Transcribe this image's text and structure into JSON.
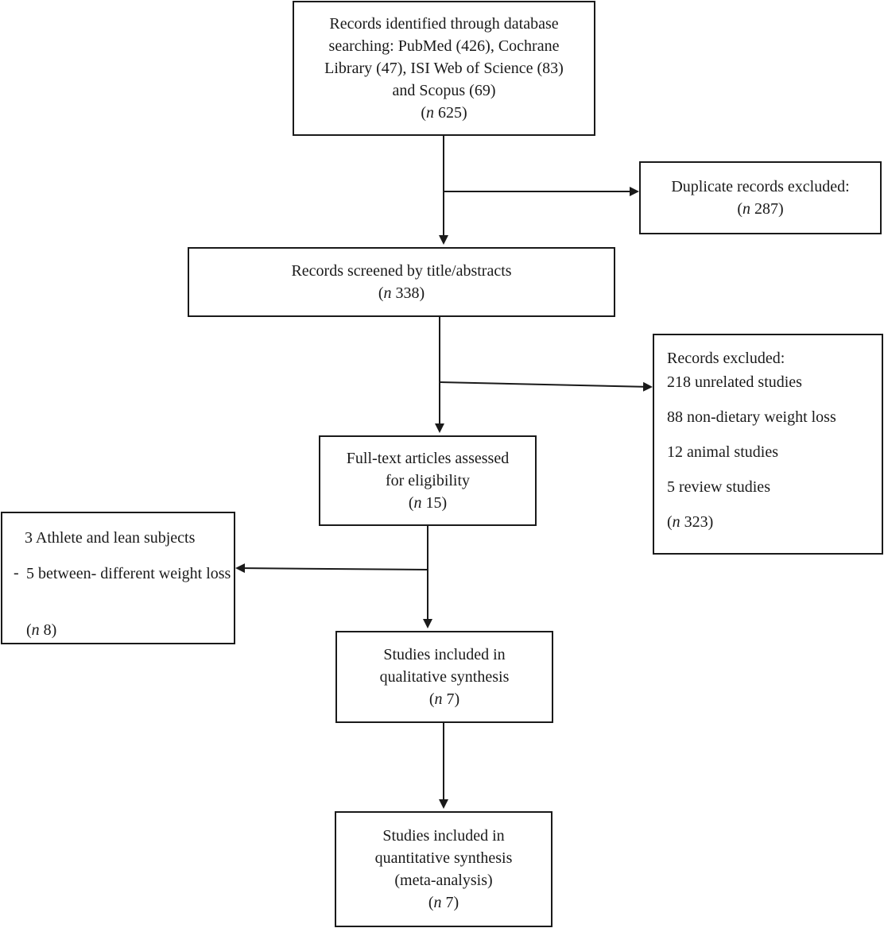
{
  "identified": {
    "lines": [
      "Records identified through database",
      "searching: PubMed (426), Cochrane",
      "Library (47), ISI Web of Science (83)",
      "and Scopus (69)"
    ],
    "n_prefix": "(",
    "n_letter": "n",
    "n_value": " 625)"
  },
  "duplicates": {
    "line1": "Duplicate records excluded:",
    "n_prefix": "(",
    "n_letter": "n",
    "n_value": " 287)"
  },
  "screened": {
    "line1": "Records screened by title/abstracts",
    "n_prefix": "(",
    "n_letter": "n",
    "n_value": " 338)"
  },
  "excluded": {
    "title": "Records excluded:",
    "items": [
      "218 unrelated studies",
      "88 non-dietary weight loss",
      "12 animal studies",
      "5 review studies"
    ],
    "n_prefix": "(",
    "n_letter": "n",
    "n_value": " 323)"
  },
  "fulltext": {
    "line1": "Full-text articles assessed",
    "line2": "for eligibility",
    "n_prefix": "(",
    "n_letter": "n",
    "n_value": " 15)"
  },
  "fulltext_excluded": {
    "line1": "3 Athlete and lean subjects",
    "dash": "-",
    "line2": "5 between- different weight loss",
    "n_prefix": "(",
    "n_letter": "n",
    "n_value": " 8)"
  },
  "qualitative": {
    "line1": "Studies included in",
    "line2": "qualitative synthesis",
    "n_prefix": "(",
    "n_letter": "n",
    "n_value": " 7)"
  },
  "quantitative": {
    "line1": "Studies included in",
    "line2": "quantitative synthesis",
    "line3": "(meta-analysis)",
    "n_prefix": "(",
    "n_letter": "n",
    "n_value": " 7)"
  }
}
